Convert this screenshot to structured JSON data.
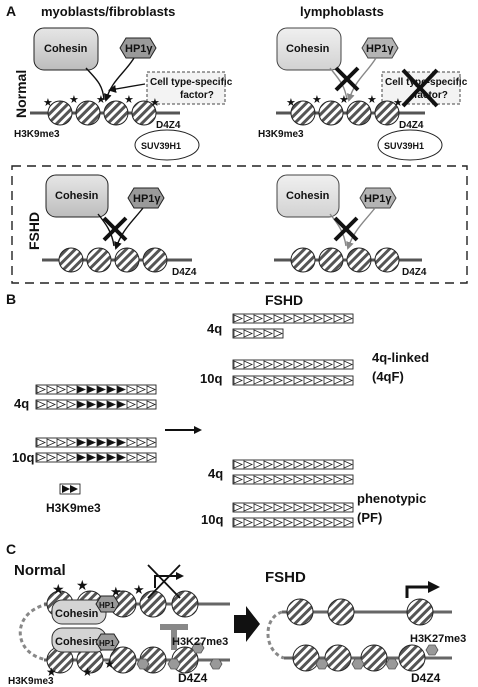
{
  "panels": {
    "A": {
      "letter": "A",
      "col_left": "myoblasts/fibroblasts",
      "col_right": "lymphoblasts",
      "row_normal": "Normal",
      "row_fshd": "FSHD",
      "cohesin": "Cohesin",
      "hp1": "HP1γ",
      "cell_factor_line1": "Cell type-specific",
      "cell_factor_line2": "factor?",
      "h3k9": "H3K9me3",
      "d4z4": "D4Z4",
      "suv": "SUV39H1"
    },
    "B": {
      "letter": "B",
      "fshd_title": "FSHD",
      "label_4q": "4q",
      "label_10q": "10q",
      "h3k9": "H3K9me3",
      "group1_line1": "4q-linked",
      "group1_line2": "(4qF)",
      "group2_line1": "phenotypic",
      "group2_line2": "(PF)"
    },
    "C": {
      "letter": "C",
      "normal": "Normal",
      "fshd": "FSHD",
      "cohesin": "Cohesin",
      "hp1": "HP1",
      "h3k27": "H3K27me3",
      "h3k9": "H3K9me3",
      "d4z4": "D4Z4"
    }
  }
}
